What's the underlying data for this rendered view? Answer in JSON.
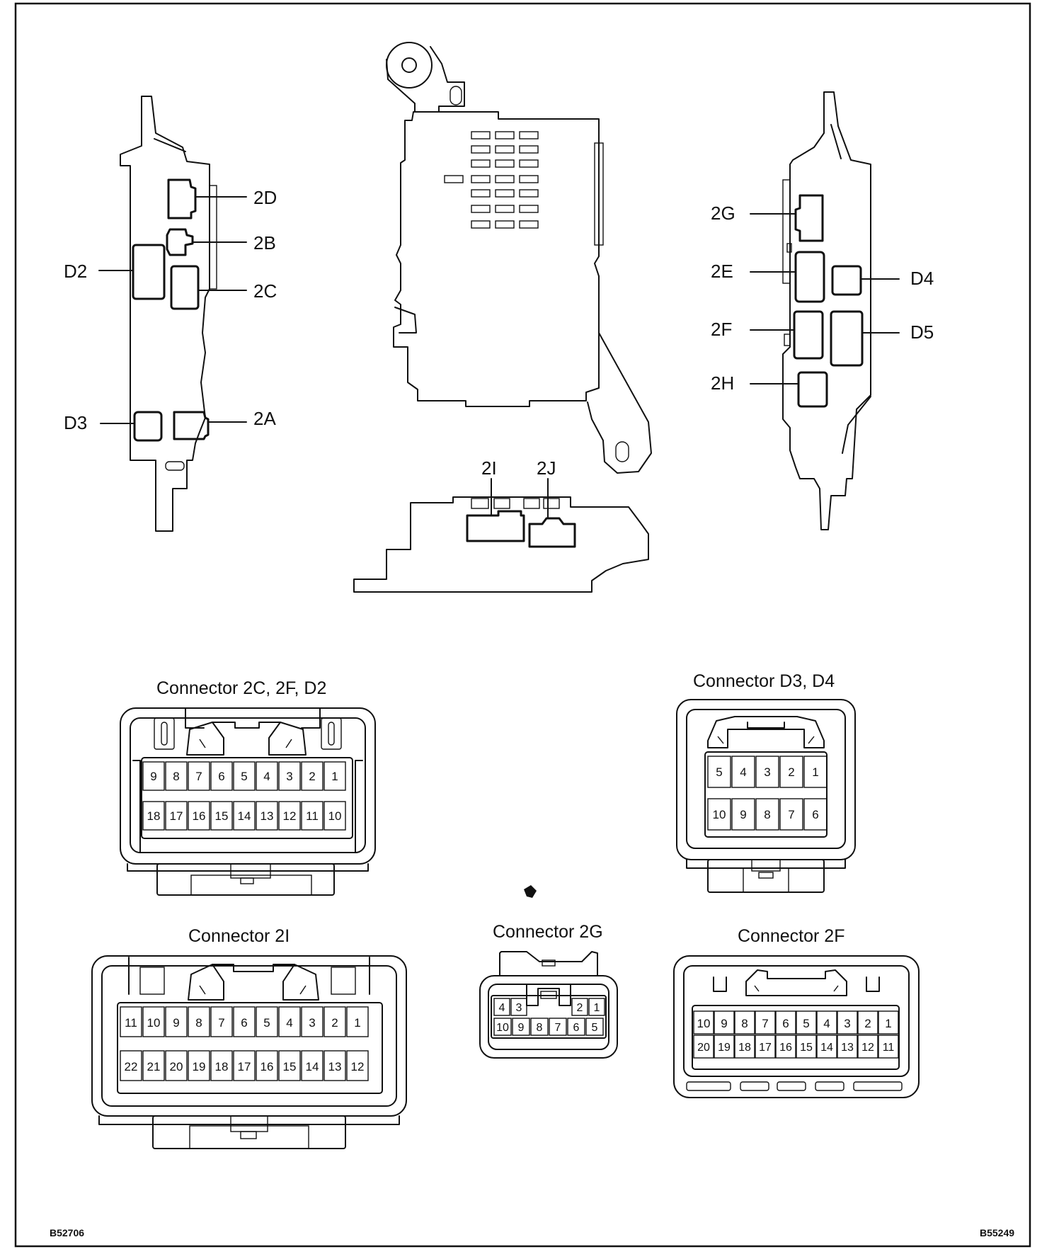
{
  "callouts": {
    "left": [
      "2D",
      "2B",
      "D2",
      "2C",
      "D3",
      "2A"
    ],
    "center": [
      "2I",
      "2J"
    ],
    "right": [
      "2G",
      "2E",
      "D4",
      "2F",
      "D5",
      "2H"
    ]
  },
  "connectors": {
    "c18": {
      "title": "Connector 2C, 2F, D2",
      "row1": [
        "9",
        "8",
        "7",
        "6",
        "5",
        "4",
        "3",
        "2",
        "1"
      ],
      "row2": [
        "18",
        "17",
        "16",
        "15",
        "14",
        "13",
        "12",
        "11",
        "10"
      ]
    },
    "c10": {
      "title": "Connector D3, D4",
      "row1": [
        "5",
        "4",
        "3",
        "2",
        "1"
      ],
      "row2": [
        "10",
        "9",
        "8",
        "7",
        "6"
      ]
    },
    "c22": {
      "title": "Connector 2I",
      "row1": [
        "11",
        "10",
        "9",
        "8",
        "7",
        "6",
        "5",
        "4",
        "3",
        "2",
        "1"
      ],
      "row2": [
        "22",
        "21",
        "20",
        "19",
        "18",
        "17",
        "16",
        "15",
        "14",
        "13",
        "12"
      ]
    },
    "c2g": {
      "title": "Connector 2G",
      "row1_left": [
        "4",
        "3"
      ],
      "row1_right": [
        "2",
        "1"
      ],
      "row2": [
        "10",
        "9",
        "8",
        "7",
        "6",
        "5"
      ]
    },
    "c2f": {
      "title": "Connector 2F",
      "row1": [
        "10",
        "9",
        "8",
        "7",
        "6",
        "5",
        "4",
        "3",
        "2",
        "1"
      ],
      "row2": [
        "20",
        "19",
        "18",
        "17",
        "16",
        "15",
        "14",
        "13",
        "12",
        "11"
      ]
    }
  },
  "footer": {
    "left_code": "B52706",
    "right_code": "B55249"
  }
}
